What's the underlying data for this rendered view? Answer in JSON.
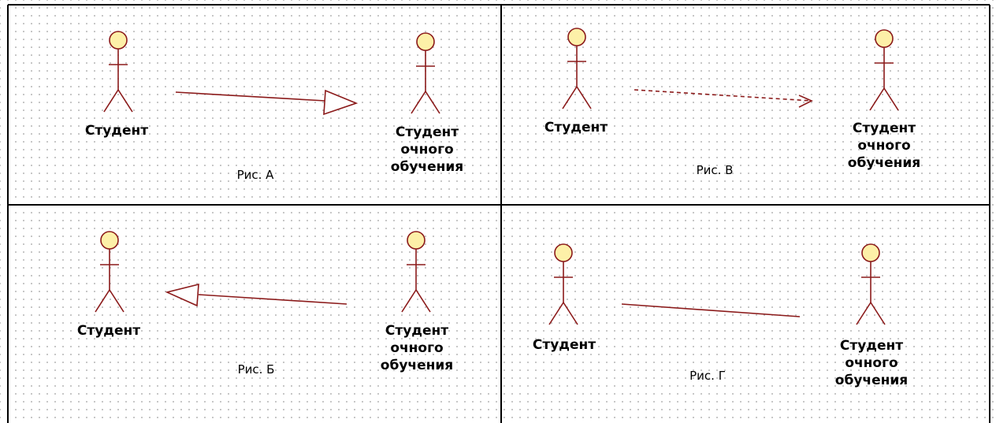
{
  "colors": {
    "actor_stroke": "#8b1a1a",
    "actor_fill": "#fdf0a8",
    "frame": "#000000"
  },
  "panels": [
    {
      "caption": "Рис. А",
      "relation": "generalization",
      "left_actor": {
        "name": "Студент"
      },
      "right_actor": {
        "name": "Студент\nочного\nобучения"
      }
    },
    {
      "caption": "Рис. В",
      "relation": "dependency",
      "left_actor": {
        "name": "Студент"
      },
      "right_actor": {
        "name": "Студент\nочного\nобучения"
      }
    },
    {
      "caption": "Рис. Б",
      "relation": "generalization",
      "left_actor": {
        "name": "Студент"
      },
      "right_actor": {
        "name": "Студент\nочного\nобучения"
      }
    },
    {
      "caption": "Рис. Г",
      "relation": "association",
      "left_actor": {
        "name": "Студент"
      },
      "right_actor": {
        "name": "Студент\nочного\nобучения"
      }
    }
  ]
}
